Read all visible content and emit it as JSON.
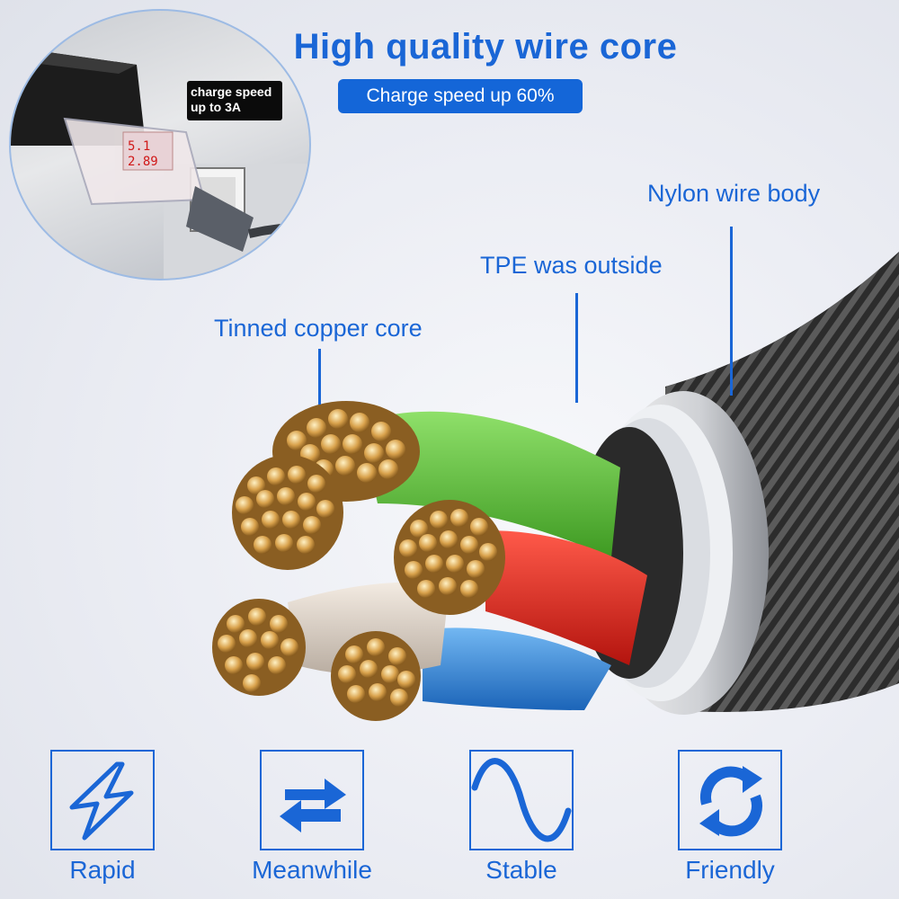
{
  "header": {
    "title": "High quality wire core",
    "badge": "Charge speed up 60%"
  },
  "inset_photo": {
    "label": "charge speed up to 3A",
    "label_line1": "charge speed",
    "label_line2": "up to 3A"
  },
  "callouts": {
    "nylon": "Nylon wire body",
    "tpe": "TPE was outside",
    "copper": "Tinned copper core"
  },
  "features": [
    {
      "label": "Rapid",
      "icon": "lightning-icon"
    },
    {
      "label": "Meanwhile",
      "icon": "swap-arrows-icon"
    },
    {
      "label": "Stable",
      "icon": "sine-wave-icon"
    },
    {
      "label": "Friendly",
      "icon": "refresh-icon"
    }
  ],
  "colors": {
    "accent": "#1a66d6",
    "wire_green": "#5cc23a",
    "wire_red": "#e22420",
    "wire_blue": "#2f8ce0",
    "wire_white": "#e8e0d6",
    "copper": "#c8923e"
  }
}
